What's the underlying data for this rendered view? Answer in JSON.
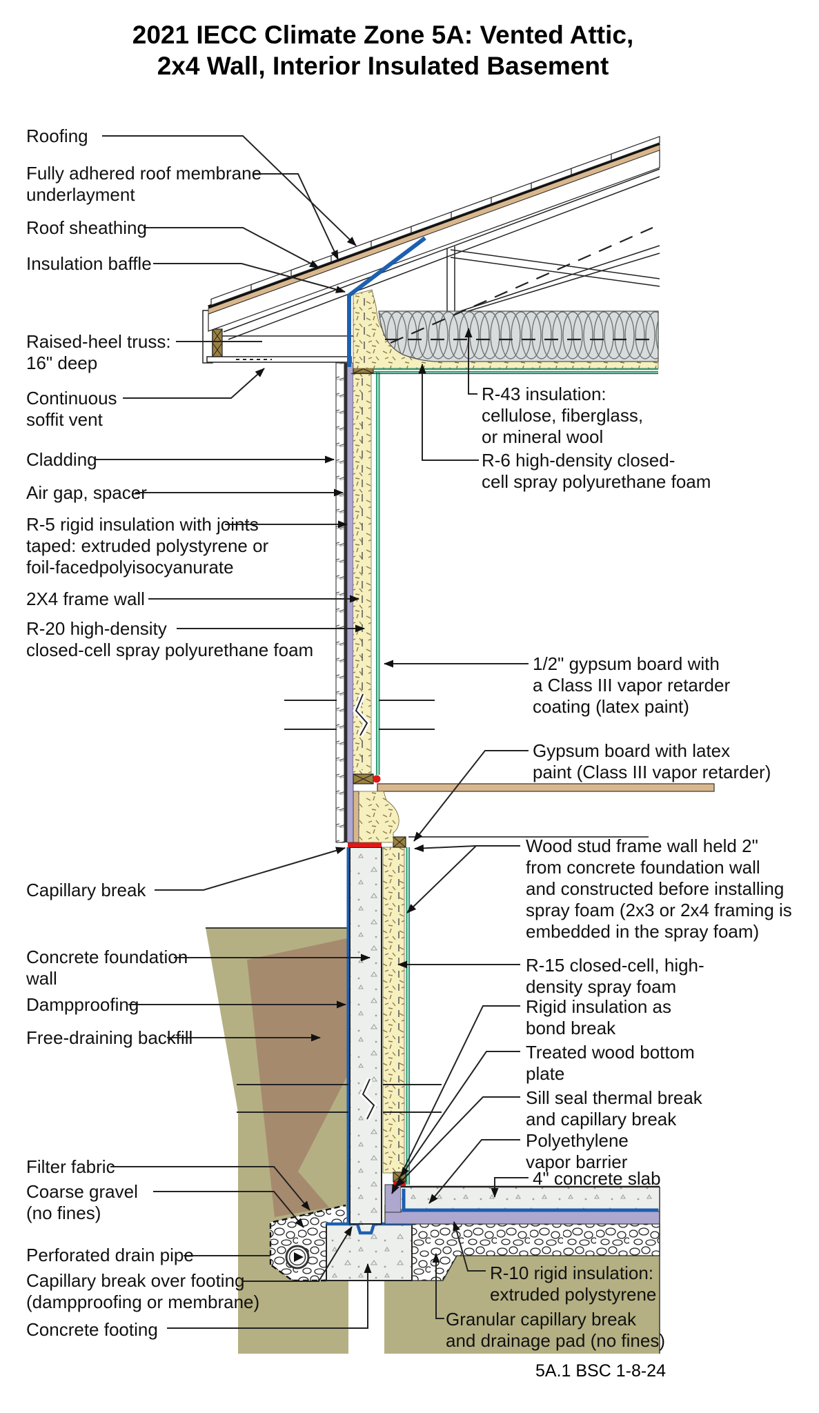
{
  "title": {
    "text": "2021 IECC Climate Zone 5A: Vented Attic,\n2x4 Wall, Interior Insulated Basement"
  },
  "footer": "5A.1 BSC 1-8-24",
  "labels": {
    "roofing": "Roofing",
    "membrane": "Fully adhered roof membrane\nunderlayment",
    "sheathing": "Roof sheathing",
    "baffle": "Insulation baffle",
    "truss": "Raised-heel truss:\n16\" deep",
    "soffit": "Continuous\nsoffit vent",
    "cladding": "Cladding",
    "airgap": "Air gap, spacer",
    "r5": "R-5 rigid insulation with joints\ntaped: extruded polystyrene or\nfoil-facedpolyisocyanurate",
    "frame2x4": "2X4 frame wall",
    "r20": "R-20 high-density\nclosed-cell spray polyurethane foam",
    "capbreak": "Capillary break",
    "foundwall": "Concrete foundation\nwall",
    "damp": "Dampproofing",
    "backfill": "Free-draining backfill",
    "filter": "Filter fabric",
    "gravel": "Coarse gravel\n(no fines)",
    "pipe": "Perforated drain pipe",
    "capfooting": "Capillary break over footing\n(dampproofing or membrane)",
    "footing": "Concrete footing",
    "r43": "R-43 insulation:\ncellulose, fiberglass,\nor mineral wool",
    "r6": "R-6 high-density closed-\ncell spray polyurethane foam",
    "gyp1": "1/2\" gypsum board with\na Class III vapor retarder\ncoating (latex paint)",
    "gyp2": "Gypsum board with latex\npaint (Class III vapor retarder)",
    "woodstud": "Wood stud frame wall held 2\"\nfrom concrete foundation wall\nand constructed before installing\nspray foam (2x3 or 2x4 framing is\nembedded in the spray foam)",
    "r15": "R-15 closed-cell, high-\ndensity spray foam",
    "bond": "Rigid insulation as\nbond break",
    "plate": "Treated wood bottom\nplate",
    "sill": "Sill seal thermal break\nand capillary break",
    "poly": "Polyethylene\nvapor barrier",
    "slab": "4\" concrete slab",
    "r10": "R-10 rigid insulation:\nextruded polystyrene",
    "granular": "Granular capillary break\nand drainage pad (no fines)"
  },
  "colors": {
    "membrane_blue": "#1d5fb0",
    "gypsum_green": "#2e9c76",
    "rigid_purple": "#aea7cf",
    "foam_yellow": "#f6efbe",
    "soil_olive": "#b4b083",
    "backfill_brown": "#a68a6e",
    "concrete_gray": "#edefec",
    "sheathing_tan": "#d9b78e",
    "capillary_red": "#e01818",
    "wood_brown": "#9b803e",
    "loosefill_gray": "#d8dcdc"
  }
}
